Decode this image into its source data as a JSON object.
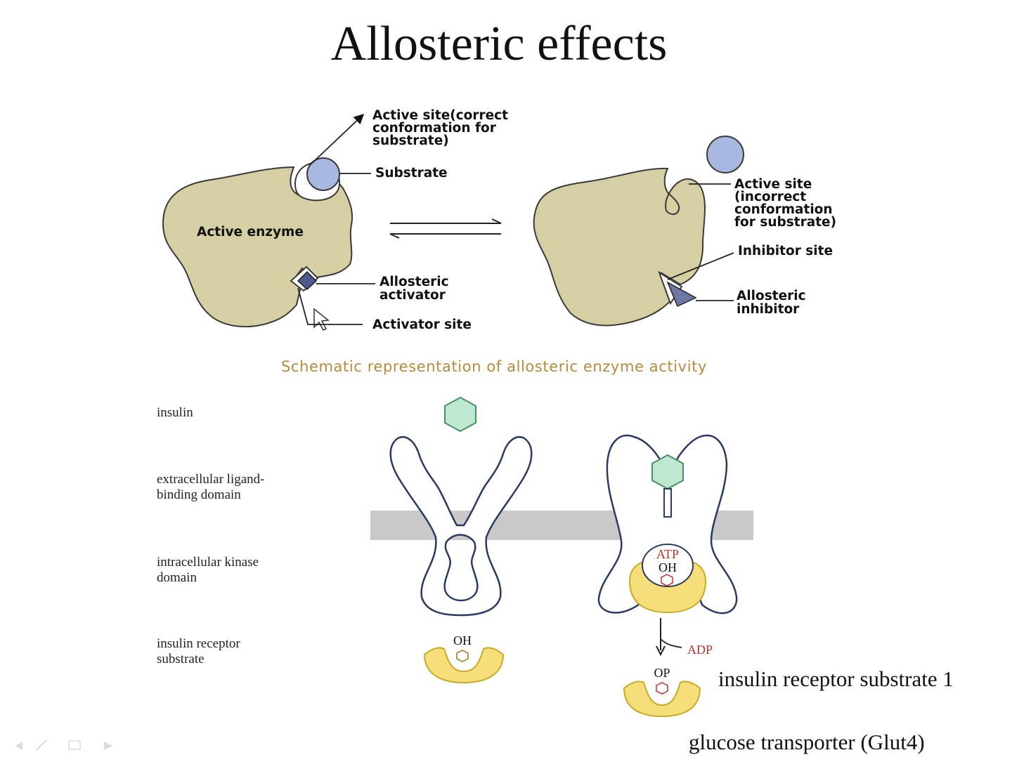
{
  "slide": {
    "title": "Allosteric effects"
  },
  "top_diagram": {
    "left_enzyme_label": "Active enzyme",
    "active_site_correct": [
      "Active site(correct",
      "conformation for",
      "substrate)"
    ],
    "substrate": "Substrate",
    "allosteric_activator": [
      "Allosteric",
      "activator"
    ],
    "activator_site": "Activator site",
    "active_site_incorrect": [
      "Active site",
      "(incorrect",
      "conformation",
      "for substrate)"
    ],
    "inhibitor_site": "Inhibitor site",
    "allosteric_inhibitor": [
      "Allosteric",
      "inhibitor"
    ],
    "caption": "Schematic representation of allosteric enzyme activity"
  },
  "bottom_diagram": {
    "row_labels": {
      "insulin": "insulin",
      "extracellular": [
        "extracellular ligand-",
        "binding domain"
      ],
      "intracellular": [
        "intracellular kinase",
        "domain"
      ],
      "irs": [
        "insulin receptor",
        "substrate"
      ]
    },
    "chem": {
      "atp": "ATP",
      "oh": "OH",
      "adp": "ADP",
      "op": "OP"
    },
    "irs1_label": "insulin receptor substrate 1",
    "glut4_label": "glucose transporter (Glut4)"
  },
  "colors": {
    "enzyme_fill": "#d6cfa3",
    "substrate_fill": "#a9b8de",
    "insulin_fill": "#bfe8d0",
    "membrane_fill": "#c9c9c9",
    "irs_fill": "#f6df7a",
    "caption_color": "#b88a3a",
    "atp_color": "#c0302a"
  }
}
